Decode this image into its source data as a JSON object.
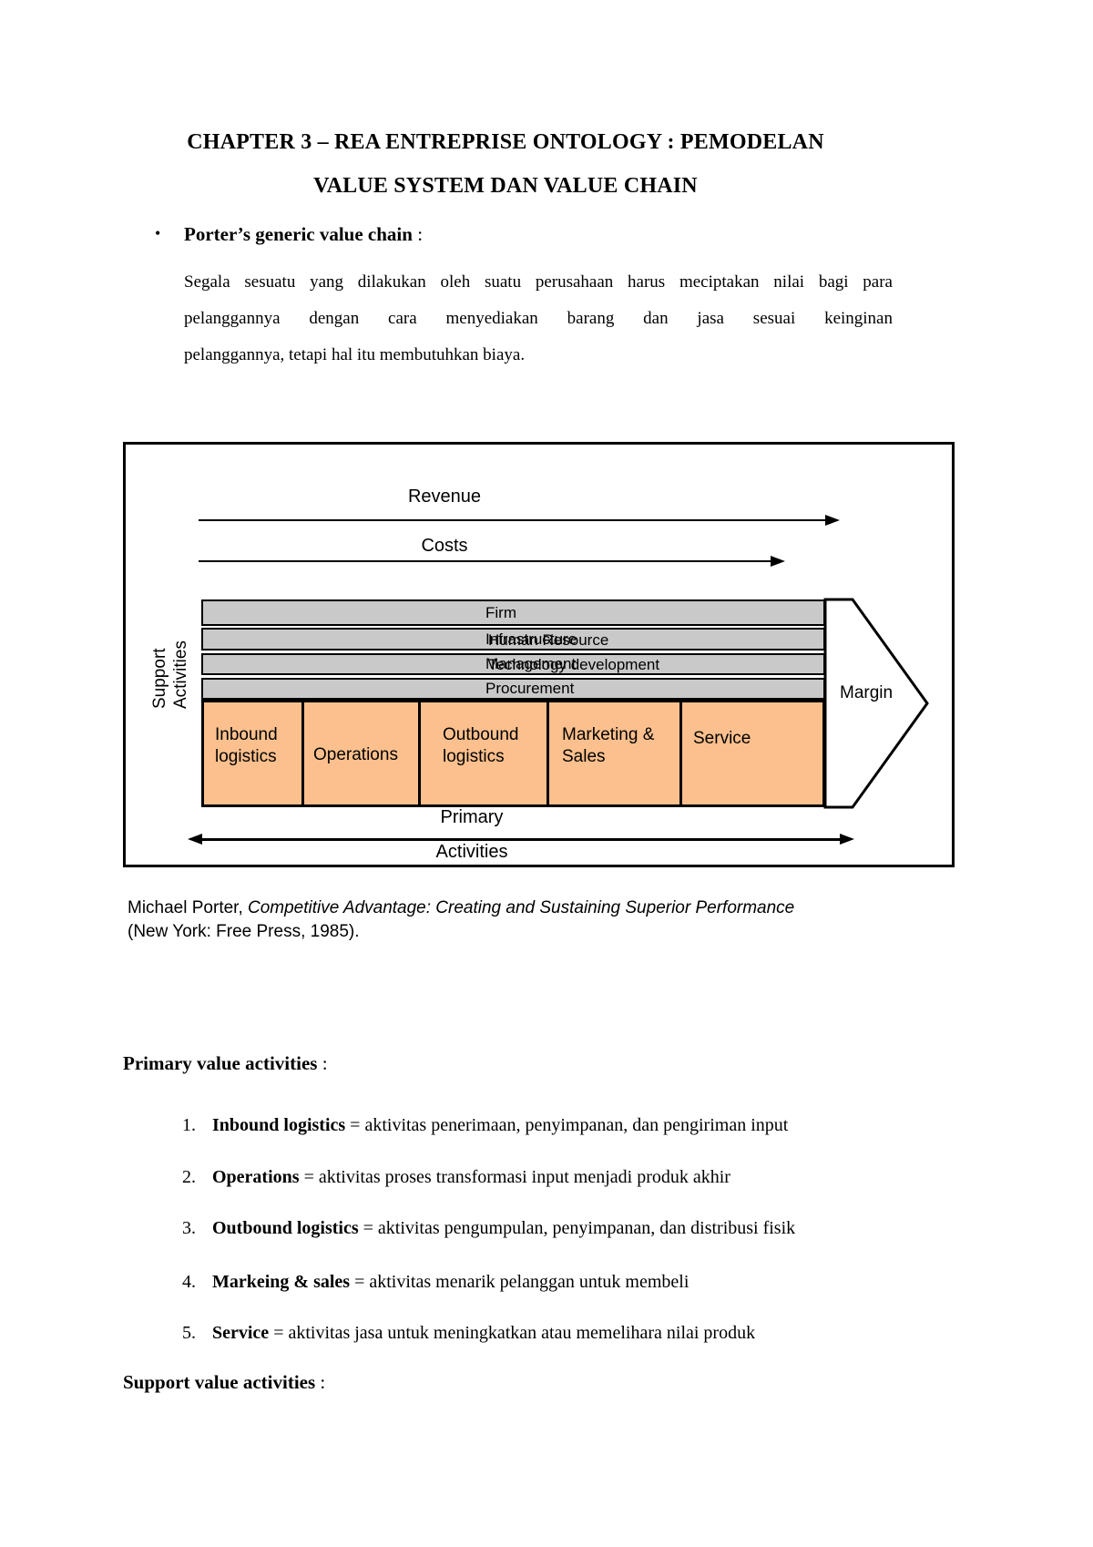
{
  "title": {
    "line1": "CHAPTER 3 – REA ENTREPRISE ONTOLOGY : PEMODELAN",
    "line2": "VALUE SYSTEM DAN VALUE CHAIN"
  },
  "bullet": {
    "glyph": "•",
    "heading": "Porter’s generic value chain",
    "colon": " :",
    "lines": [
      "Segala sesuatu yang dilakukan oleh suatu perusahaan harus meciptakan nilai bagi para",
      "pelanggannya dengan cara menyediakan barang dan jasa sesuai keinginan",
      "pelanggannya, tetapi hal itu membutuhkan biaya."
    ]
  },
  "diagram": {
    "revenue_label": "Revenue",
    "costs_label": "Costs",
    "support_axis_line1": "Support",
    "support_axis_line2": "Activities",
    "support_bars": [
      {
        "text_a": "Firm"
      },
      {
        "text_a": "Infrastructure",
        "text_b": "Human Resource"
      },
      {
        "text_a": "Management",
        "text_b": "Technology development"
      },
      {
        "text_a": "Procurement"
      }
    ],
    "primary_boxes": [
      {
        "label": "Inbound logistics"
      },
      {
        "label": "Operations"
      },
      {
        "label": "Outbound logistics"
      },
      {
        "label": "Marketing & Sales"
      },
      {
        "label": "Service"
      }
    ],
    "margin_label": "Margin",
    "primary_axis_line1": "Primary",
    "primary_axis_line2": "Activities"
  },
  "caption": {
    "prefix": "Michael Porter, ",
    "italic": "Competitive Advantage: Creating and Sustaining Superior Performance",
    "line2": "(New York: Free Press, 1985)."
  },
  "primary_section": {
    "heading": "Primary value activities",
    "colon": " :",
    "items": [
      {
        "num": "1.",
        "term": "Inbound logistics",
        "rest": " = aktivitas penerimaan, penyimpanan, dan pengiriman input"
      },
      {
        "num": "2.",
        "term": "Operations",
        "rest": " = aktivitas proses transformasi input menjadi produk akhir"
      },
      {
        "num": "3.",
        "term": "Outbound logistics",
        "rest": " = aktivitas pengumpulan, penyimpanan, dan distribusi fisik"
      },
      {
        "num": "4.",
        "term": "Markeing & sales",
        "rest": " = aktivitas menarik pelanggan untuk membeli"
      },
      {
        "num": "5.",
        "term": "Service",
        "rest": " = aktivitas jasa untuk meningkatkan atau memelihara nilai produk"
      }
    ]
  },
  "support_section": {
    "heading": "Support value activities",
    "colon": " :"
  },
  "colors": {
    "bar_gray": "#c9c9c9",
    "box_orange": "#fbc08d",
    "border": "#000000"
  }
}
